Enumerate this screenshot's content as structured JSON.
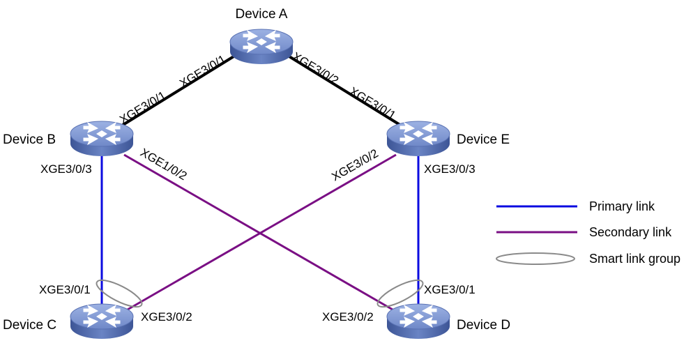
{
  "devices": {
    "a": {
      "name": "Device A"
    },
    "b": {
      "name": "Device B"
    },
    "c": {
      "name": "Device C"
    },
    "d": {
      "name": "Device D"
    },
    "e": {
      "name": "Device E"
    }
  },
  "ports": {
    "a_b": "XGE3/0/1",
    "b_a": "XGE3/0/1",
    "a_e": "XGE3/0/2",
    "e_a": "XGE3/0/1",
    "b_c": "XGE3/0/3",
    "b_d": "XGE1/0/2",
    "e_c": "XGE3/0/2",
    "e_d": "XGE3/0/3",
    "c_b": "XGE3/0/1",
    "c_e": "XGE3/0/2",
    "d_e": "XGE3/0/1",
    "d_b": "XGE3/0/2"
  },
  "legend": {
    "primary": "Primary link",
    "secondary": "Secondary link",
    "group": "Smart link group"
  },
  "colors": {
    "primary": "#0b0be0",
    "secondary": "#7a0f84",
    "trunk": "#000000",
    "group": "#8a8a8a",
    "device_top": "#7d96d3",
    "device_side": "#4f67a8"
  },
  "icons": {
    "device": "router-icon"
  }
}
